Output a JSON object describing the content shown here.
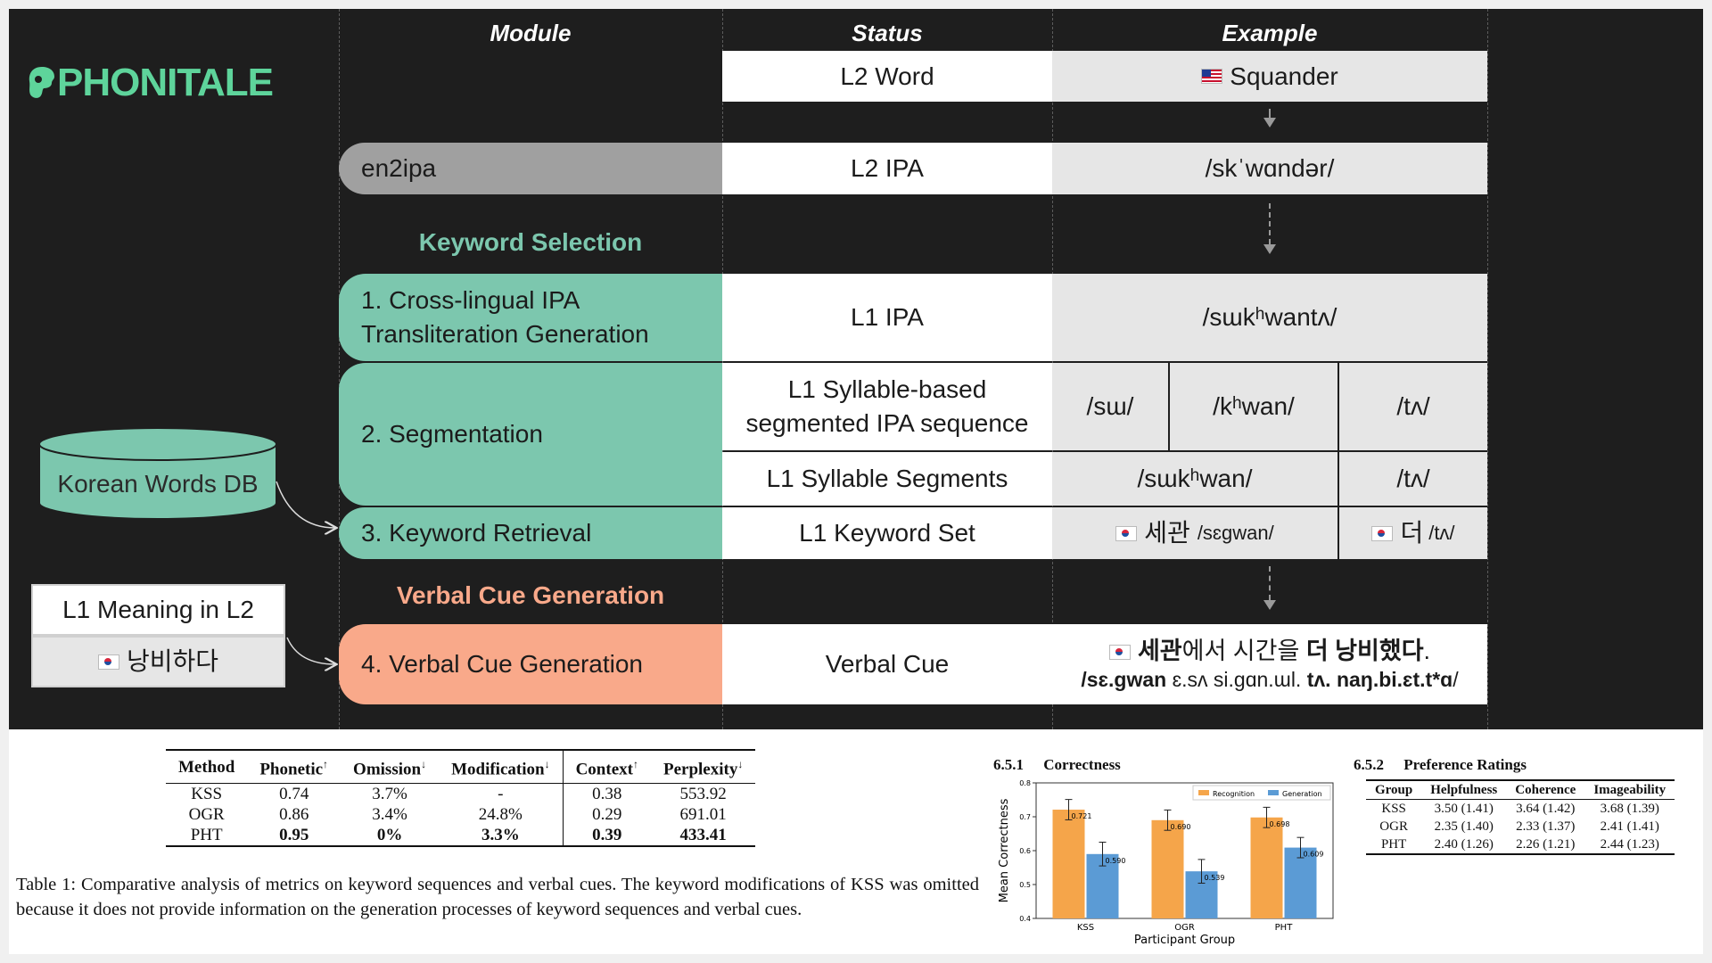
{
  "logo": {
    "text": "PHONITALE"
  },
  "headers": {
    "module": "Module",
    "status": "Status",
    "example": "Example"
  },
  "modules": {
    "en2ipa": "en2ipa",
    "keyword_selection_title": "Keyword Selection",
    "step1": "1. Cross-lingual IPA\nTransliteration Generation",
    "step2": "2. Segmentation",
    "step3": "3. Keyword Retrieval",
    "verbal_cue_title": "Verbal Cue Generation",
    "step4": "4. Verbal Cue Generation"
  },
  "side": {
    "korean_db": "Korean Words DB",
    "l1_meaning_label": "L1 Meaning in L2",
    "l1_meaning_value": "낭비하다"
  },
  "status": {
    "l2_word": "L2 Word",
    "l2_ipa": "L2 IPA",
    "l1_ipa": "L1 IPA",
    "segmented": "L1 Syllable-based\nsegmented IPA sequence",
    "syllable_segments": "L1 Syllable Segments",
    "keyword_set": "L1 Keyword Set",
    "verbal_cue": "Verbal Cue"
  },
  "examples": {
    "l2_word": "Squander",
    "l2_ipa": "/skˈwɑndər/",
    "l1_ipa": "/sɯkʰwantʌ/",
    "seg1": "/sɯ/",
    "seg2": "/kʰwan/",
    "seg3": "/tʌ/",
    "syl1": "/sɯkʰwan/",
    "syl2": "/tʌ/",
    "kw1_word": "세관",
    "kw1_ipa": "/sɛgwan/",
    "kw2_word": "더",
    "kw2_ipa": "/tʌ/",
    "cue_p1": "세관",
    "cue_p2": "에서 시간을 ",
    "cue_p3": "더 낭비했다",
    "cue_p4": ".",
    "cue_ipa_p1": "/sɛ.gwan",
    "cue_ipa_p2": " ɛ.sʌ si.gɑn.ɯl. ",
    "cue_ipa_p3": "tʌ. naŋ.bi.ɛt.t*ɑ",
    "cue_ipa_p4": "/"
  },
  "table1": {
    "headers": [
      "Method",
      "Phonetic",
      "Omission",
      "Modification",
      "Context",
      "Perplexity"
    ],
    "arrows": [
      "",
      "↑",
      "↓",
      "↓",
      "↑",
      "↓"
    ],
    "rows": [
      [
        "KSS",
        "0.74",
        "3.7%",
        "-",
        "0.38",
        "553.92"
      ],
      [
        "OGR",
        "0.86",
        "3.4%",
        "24.8%",
        "0.29",
        "691.01"
      ],
      [
        "PHT",
        "0.95",
        "0%",
        "3.3%",
        "0.39",
        "433.41"
      ]
    ],
    "caption": "Table 1: Comparative analysis of metrics on keyword sequences and verbal cues. The keyword modifications of KSS was omitted because it does not provide information on the generation processes of keyword sequences and verbal cues."
  },
  "correctness": {
    "section_num": "6.5.1",
    "section_title": "Correctness"
  },
  "chart_data": {
    "type": "bar",
    "categories": [
      "KSS",
      "OGR",
      "PHT"
    ],
    "series": [
      {
        "name": "Recognition",
        "values": [
          0.721,
          0.69,
          0.698
        ],
        "errors": [
          0.03,
          0.03,
          0.03
        ],
        "color": "#f5a54a"
      },
      {
        "name": "Generation",
        "values": [
          0.59,
          0.539,
          0.609
        ],
        "errors": [
          0.035,
          0.035,
          0.03
        ],
        "color": "#5b9bd5"
      }
    ],
    "value_labels": [
      "0.721",
      "0.690",
      "0.698",
      "0.590",
      "0.539",
      "0.609"
    ],
    "xlabel": "Participant Group",
    "ylabel": "Mean Correctness",
    "ylim": [
      0.4,
      0.8
    ],
    "yticks": [
      "0.4",
      "0.5",
      "0.6",
      "0.7",
      "0.8"
    ],
    "legend_position": "top-right"
  },
  "preference": {
    "section_num": "6.5.2",
    "section_title": "Preference Ratings",
    "headers": [
      "Group",
      "Helpfulness",
      "Coherence",
      "Imageability"
    ],
    "rows": [
      [
        "KSS",
        "3.50 (1.41)",
        "3.64 (1.42)",
        "3.68 (1.39)"
      ],
      [
        "OGR",
        "2.35 (1.40)",
        "2.33 (1.37)",
        "2.41 (1.41)"
      ],
      [
        "PHT",
        "2.40 (1.26)",
        "2.26 (1.21)",
        "2.44 (1.23)"
      ]
    ]
  },
  "colors": {
    "teal": "#7cc7ae",
    "salmon": "#f9a98a",
    "logo_green": "#5ed49b",
    "section_teal": "#7cc7ae",
    "section_orange": "#f9a98a"
  }
}
